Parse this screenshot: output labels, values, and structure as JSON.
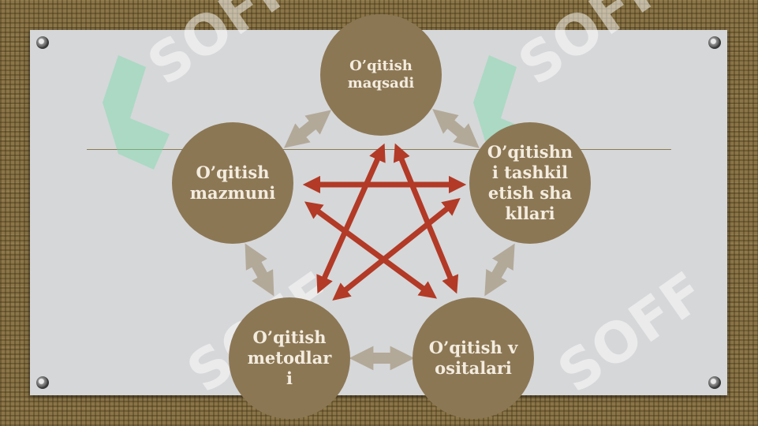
{
  "nodes": {
    "top": "O’qitish maqsadi",
    "left": "O’qitish mazmuni",
    "right": "O’qitishni tashkil etish shakllari",
    "bottom_left": "O’qitish metodlari",
    "bottom_right": "O’qitish vositalari"
  },
  "colors": {
    "circle": "#8c7755",
    "circle_text": "#f3ecdf",
    "star_arrows": "#b23a26",
    "gray_arrows": "#b3a999",
    "board": "#d6d7d9"
  },
  "watermark": "SOFF"
}
